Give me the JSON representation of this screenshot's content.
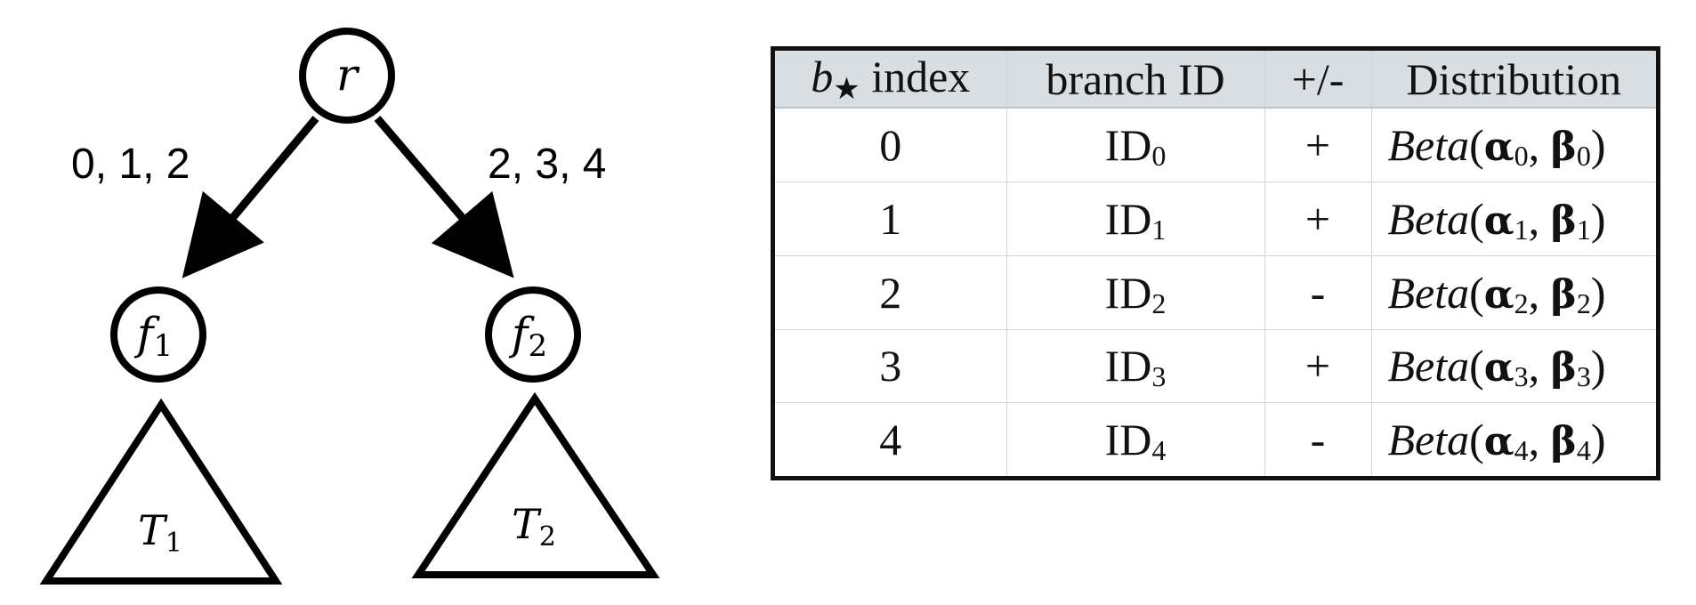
{
  "tree": {
    "root": {
      "label": "r"
    },
    "children": [
      {
        "node": "f",
        "node_sub": "1",
        "edge_label": "0, 1, 2",
        "subtree": "T",
        "subtree_sub": "1"
      },
      {
        "node": "f",
        "node_sub": "2",
        "edge_label": "2, 3, 4",
        "subtree": "T",
        "subtree_sub": "2"
      }
    ]
  },
  "table": {
    "headers": {
      "index_symbol": "b",
      "index_star": "★",
      "index_word": "index",
      "branch": "branch ID",
      "sign": "+/-",
      "distribution": "Distribution"
    },
    "rows": [
      {
        "index": "0",
        "id": "ID",
        "id_sub": "0",
        "sign": "+",
        "dist_name": "Beta",
        "alpha": "α",
        "alpha_sub": "0",
        "beta": "β",
        "beta_sub": "0"
      },
      {
        "index": "1",
        "id": "ID",
        "id_sub": "1",
        "sign": "+",
        "dist_name": "Beta",
        "alpha": "α",
        "alpha_sub": "1",
        "beta": "β",
        "beta_sub": "1"
      },
      {
        "index": "2",
        "id": "ID",
        "id_sub": "2",
        "sign": "-",
        "dist_name": "Beta",
        "alpha": "α",
        "alpha_sub": "2",
        "beta": "β",
        "beta_sub": "2"
      },
      {
        "index": "3",
        "id": "ID",
        "id_sub": "3",
        "sign": "+",
        "dist_name": "Beta",
        "alpha": "α",
        "alpha_sub": "3",
        "beta": "β",
        "beta_sub": "3"
      },
      {
        "index": "4",
        "id": "ID",
        "id_sub": "4",
        "sign": "-",
        "dist_name": "Beta",
        "alpha": "α",
        "alpha_sub": "4",
        "beta": "β",
        "beta_sub": "4"
      }
    ]
  }
}
